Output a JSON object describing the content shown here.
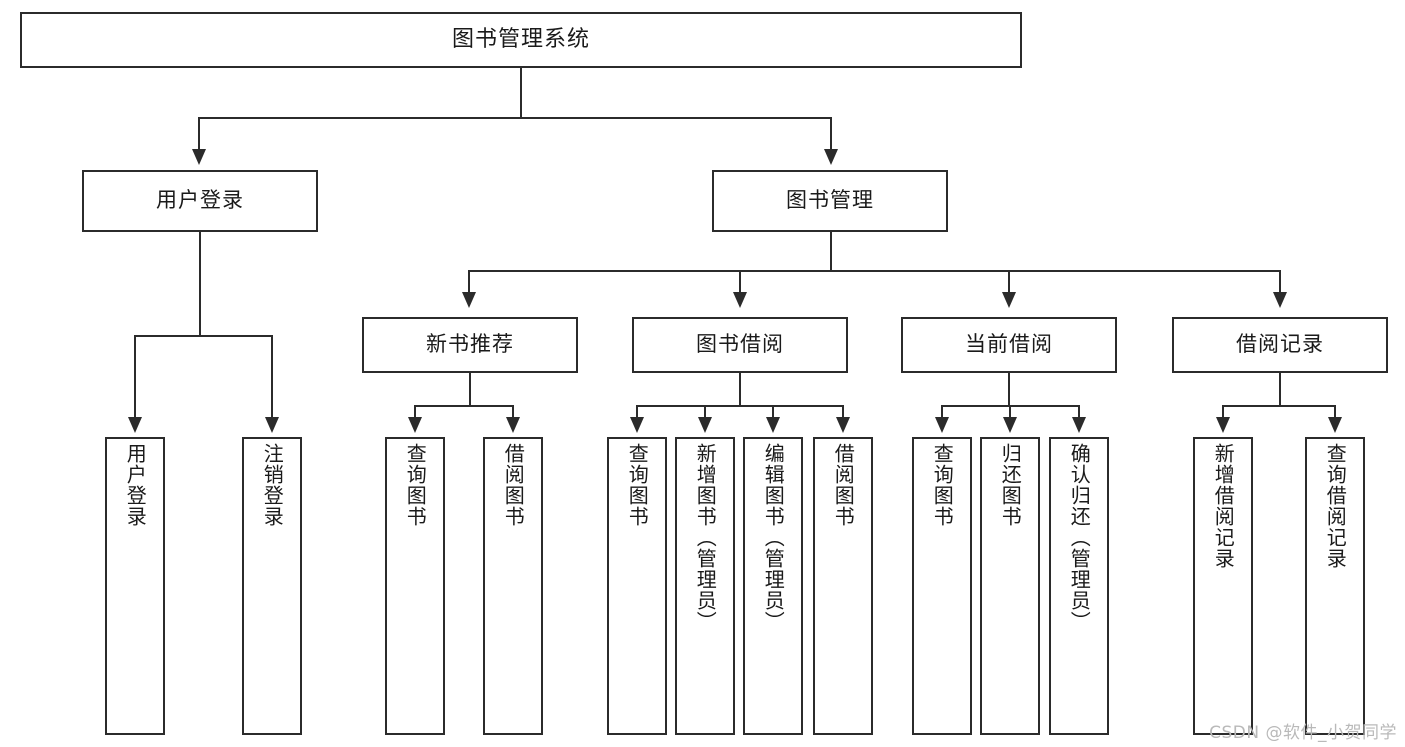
{
  "diagram": {
    "title": "图书管理系统",
    "watermark": "CSDN @软件_小贺同学",
    "level2": {
      "user_login": "用户登录",
      "book_manage": "图书管理"
    },
    "level3": {
      "new_book_recommend": "新书推荐",
      "book_borrow": "图书借阅",
      "current_borrow": "当前借阅",
      "borrow_record": "借阅记录"
    },
    "leaves": {
      "user_login_1": "用户登录",
      "user_login_2": "注销登录",
      "recommend_1": "查询图书",
      "recommend_2": "借阅图书",
      "borrow_1": "查询图书",
      "borrow_2": "新增图书（管理员）",
      "borrow_3": "编辑图书（管理员）",
      "borrow_4": "借阅图书",
      "current_1": "查询图书",
      "current_2": "归还图书",
      "current_3": "确认归还（管理员）",
      "record_1": "新增借阅记录",
      "record_2": "查询借阅记录"
    }
  }
}
